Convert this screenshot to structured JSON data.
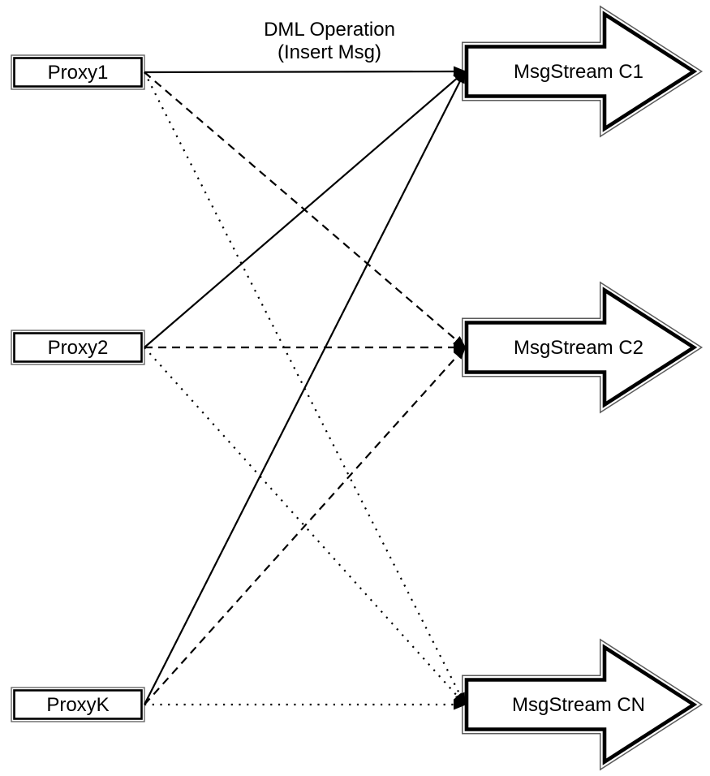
{
  "diagram": {
    "title": {
      "line1": "DML Operation",
      "line2": "(Insert Msg)"
    },
    "proxies": [
      {
        "id": "proxy1",
        "label": "Proxy1"
      },
      {
        "id": "proxy2",
        "label": "Proxy2"
      },
      {
        "id": "proxyk",
        "label": "ProxyK"
      }
    ],
    "streams": [
      {
        "id": "c1",
        "label": "MsgStream C1",
        "incoming_line_style": "solid"
      },
      {
        "id": "c2",
        "label": "MsgStream C2",
        "incoming_line_style": "dashed"
      },
      {
        "id": "cn",
        "label": "MsgStream CN",
        "incoming_line_style": "dotted"
      }
    ],
    "connections": [
      {
        "from": "Proxy1",
        "to": "MsgStream C1",
        "style": "solid"
      },
      {
        "from": "Proxy2",
        "to": "MsgStream C1",
        "style": "solid"
      },
      {
        "from": "ProxyK",
        "to": "MsgStream C1",
        "style": "solid"
      },
      {
        "from": "Proxy1",
        "to": "MsgStream C2",
        "style": "dashed"
      },
      {
        "from": "Proxy2",
        "to": "MsgStream C2",
        "style": "dashed"
      },
      {
        "from": "ProxyK",
        "to": "MsgStream C2",
        "style": "dashed"
      },
      {
        "from": "Proxy1",
        "to": "MsgStream CN",
        "style": "dotted"
      },
      {
        "from": "Proxy2",
        "to": "MsgStream CN",
        "style": "dotted"
      },
      {
        "from": "ProxyK",
        "to": "MsgStream CN",
        "style": "dotted"
      }
    ],
    "colors": {
      "stroke": "#000000",
      "fill": "#ffffff",
      "thin_outline": "#5c5c5c"
    }
  }
}
